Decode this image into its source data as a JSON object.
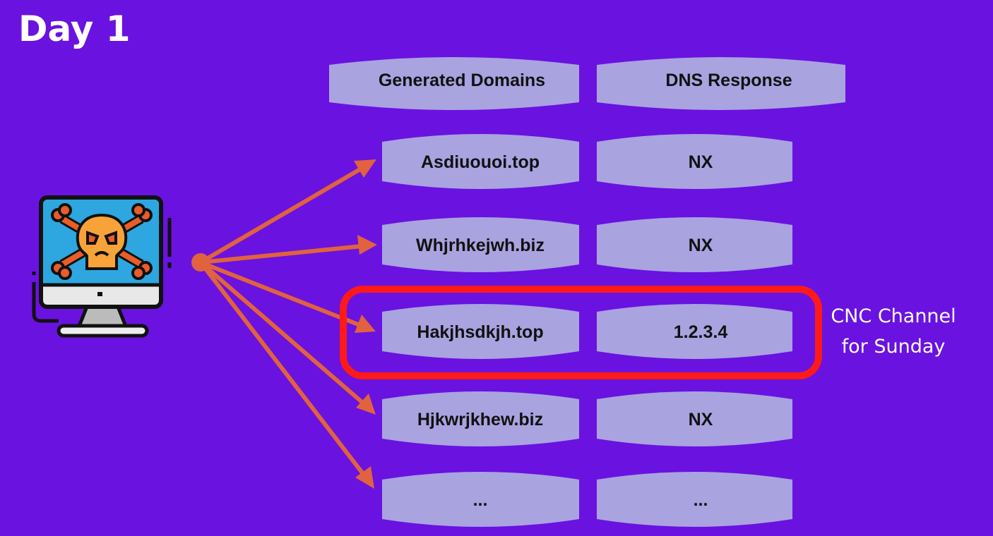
{
  "title": "Day 1",
  "headers": {
    "domains": "Generated Domains",
    "dns": "DNS Response"
  },
  "rows": [
    {
      "domain": "Asdiuouoi.top",
      "response": "NX"
    },
    {
      "domain": "Whjrhkejwh.biz",
      "response": "NX"
    },
    {
      "domain": "Hakjhsdkjh.top",
      "response": "1.2.3.4"
    },
    {
      "domain": "Hjkwrjkhew.biz",
      "response": "NX"
    },
    {
      "domain": "...",
      "response": "..."
    }
  ],
  "highlight_row": 2,
  "annotation": {
    "line1": "CNC Channel",
    "line2": "for Sunday"
  },
  "colors": {
    "background": "#6a12e0",
    "cell": "#a9a3e0",
    "arrow": "#e0623f",
    "highlight": "#ff1a1a"
  }
}
